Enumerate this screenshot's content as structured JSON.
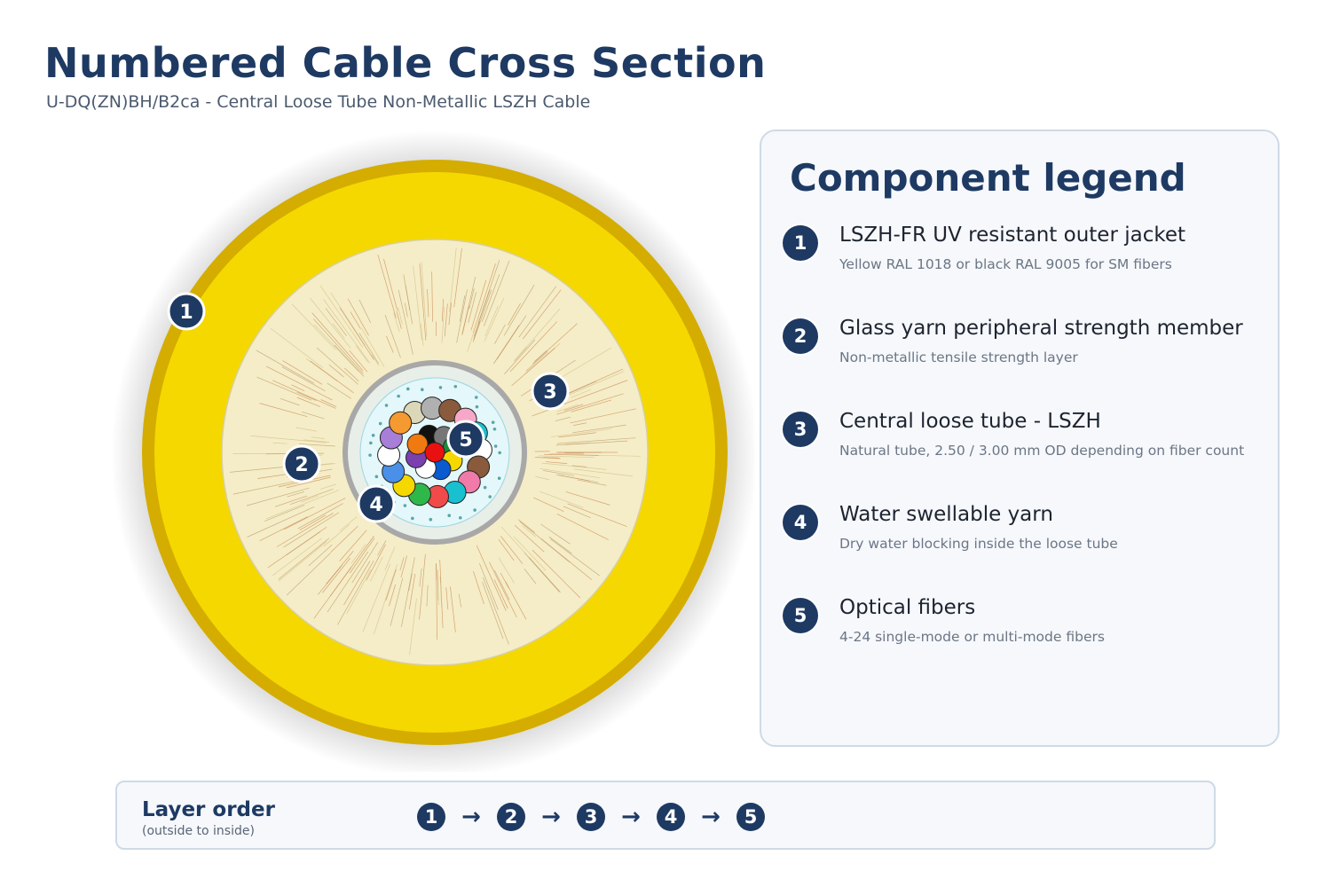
{
  "header": {
    "title": "Numbered Cable Cross Section",
    "subtitle": "U-DQ(ZN)BH/B2ca - Central Loose Tube Non-Metallic LSZH Cable"
  },
  "colors": {
    "jacket": "#f5d800",
    "jacket_rim": "#d4ad00",
    "yarn": "#f5edc7",
    "tube": "#a8a8a8",
    "tube_inner": "#e4f7fa",
    "badge": "#1e3a63"
  },
  "diagram": {
    "callouts": [
      "1",
      "2",
      "3",
      "4",
      "5"
    ],
    "fibers_outer": [
      "#dcd7b8",
      "#b0b0b0",
      "#8a5a3c",
      "#f7a8c8",
      "#18c0d0",
      "#ffffff",
      "#8a5a3c",
      "#f07aa8",
      "#18c0d0",
      "#f04a4a",
      "#2fb84a",
      "#f5d800",
      "#4a90e8",
      "#ffffff",
      "#a77ed8",
      "#f59a30"
    ],
    "fibers_inner": [
      "#111111",
      "#777777",
      "#1a8a3a",
      "#f5d800",
      "#0a5ad0",
      "#ffffff",
      "#7b3fb0",
      "#f07a10"
    ],
    "fiber_center": "#e81010"
  },
  "legend": {
    "title": "Component legend",
    "items": [
      {
        "num": "1",
        "name": "LSZH-FR UV resistant outer jacket",
        "desc": "Yellow RAL 1018 or black RAL 9005 for SM fibers"
      },
      {
        "num": "2",
        "name": "Glass yarn peripheral strength member",
        "desc": "Non-metallic tensile strength layer"
      },
      {
        "num": "3",
        "name": "Central loose tube - LSZH",
        "desc": "Natural tube, 2.50 / 3.00 mm OD depending on fiber count"
      },
      {
        "num": "4",
        "name": "Water swellable yarn",
        "desc": "Dry water blocking inside the loose tube"
      },
      {
        "num": "5",
        "name": "Optical fibers",
        "desc": "4-24 single-mode or multi-mode fibers"
      }
    ]
  },
  "layer_order": {
    "title": "Layer order",
    "note": "(outside to inside)",
    "sequence": [
      "1",
      "2",
      "3",
      "4",
      "5"
    ],
    "arrow": "→"
  }
}
